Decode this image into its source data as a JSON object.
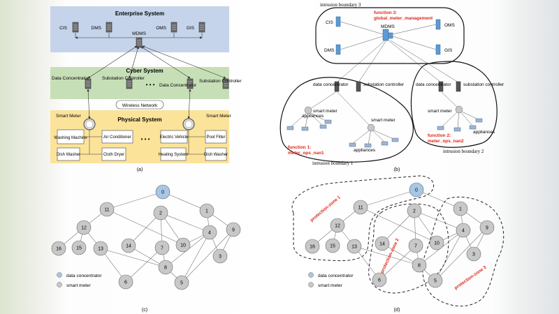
{
  "panel_a": {
    "enterprise": {
      "title": "Enterprise System",
      "nodes": [
        "CIS",
        "DMS",
        "OMS",
        "GIS"
      ],
      "center": "MDMS"
    },
    "cyber": {
      "title": "Cyber System",
      "data_concentrator": "Data Concentrator",
      "substation_controller": "Substation Controller",
      "dots": "• • •"
    },
    "wireless": "Wireless Network",
    "physical": {
      "title": "Physical System",
      "smart_meter": "Smart Meter",
      "dots": "• • •",
      "appliances": [
        "Washing Machine",
        "Air Conditioner",
        "Dish Washer",
        "Cloth Dryer",
        "Electric Vehicle",
        "Pool Filter",
        "Heating System",
        "Dish Washer"
      ]
    },
    "caption": "(a)"
  },
  "panel_b": {
    "boundary3": "intrusion boundary 3",
    "boundary1": "intrusion boundary 1",
    "boundary2": "intrusion boundary 2",
    "function3": "function 3:",
    "function3_name": "global_meter_management",
    "function1": "function 1:",
    "function1_name": "meter_ops_nan1",
    "function2": "function 2:",
    "function2_name": "meter_ops_nan2",
    "cis": "CIS",
    "mdms": "MDMS",
    "oms": "OMS",
    "dms": "DMS",
    "gis": "GIS",
    "data_concentrator": "data concentrator",
    "substation_controller": "substation controller",
    "smart_meter": "smart meter",
    "appliances": "appliances",
    "caption": "(b)"
  },
  "panel_c": {
    "nodes": [
      "0",
      "1",
      "2",
      "3",
      "4",
      "5",
      "6",
      "7",
      "8",
      "9",
      "10",
      "11",
      "12",
      "13",
      "14",
      "15",
      "16"
    ],
    "legend_dc": "data concentrator",
    "legend_sm": "smart meter",
    "caption": "(c)"
  },
  "panel_d": {
    "zone1": "protection-zone 1",
    "zone2": "protection-zone 2",
    "zone3": "protection-zone 3",
    "legend_dc": "data concentrator",
    "legend_sm": "smart meter",
    "caption": "(d)"
  },
  "colors": {
    "enterprise": "#c5d4ea",
    "cyber": "#c7dfb6",
    "physical": "#fbe39a",
    "concentrator": "#a8c6e6",
    "meter": "#c8c8c8",
    "server": "#5b9bd5",
    "accent": "#e0261b"
  }
}
